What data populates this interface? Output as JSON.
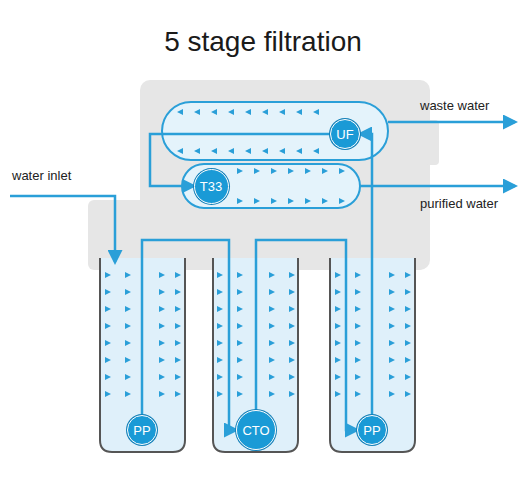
{
  "diagram": {
    "title": "5 stage filtration",
    "nodes": [
      {
        "text": [
          "UF"
        ]
      },
      {
        "text": [
          "T33"
        ]
      },
      {
        "text": [
          "PP"
        ]
      },
      {
        "text": [
          "CTO"
        ]
      },
      {
        "text": [
          "PP"
        ]
      }
    ],
    "edges": [
      {
        "from": 2,
        "to": 3,
        "arrow": "to"
      },
      {
        "from": 3,
        "to": 4,
        "arrow": "to"
      },
      {
        "from": 4,
        "to": 0,
        "arrow": "to"
      },
      {
        "from": 0,
        "to": 1,
        "arrow": "to"
      }
    ],
    "labels": [
      "waste water",
      "water inlet",
      "purified water"
    ]
  }
}
